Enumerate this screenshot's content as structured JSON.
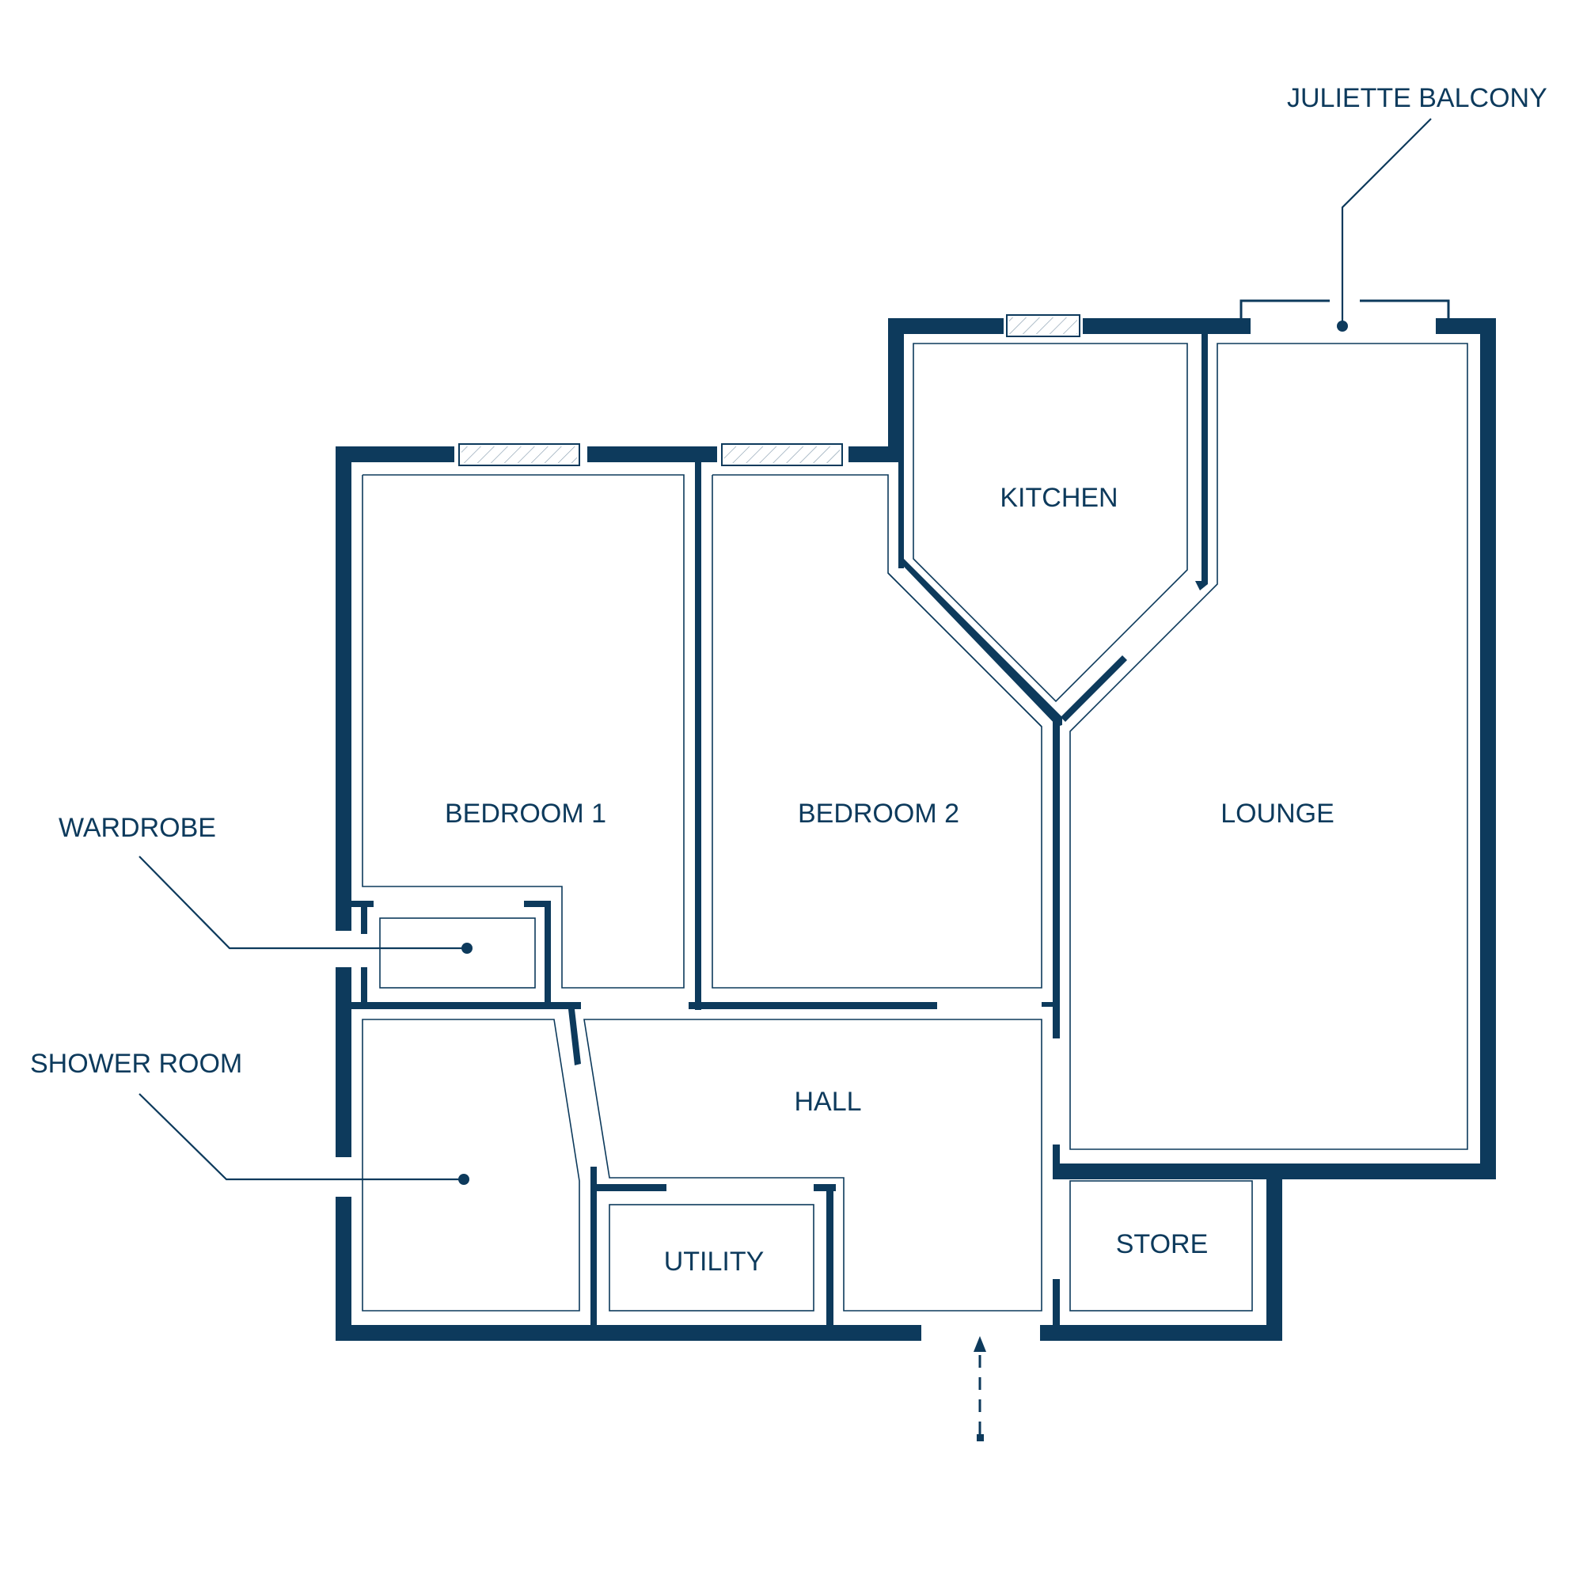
{
  "colors": {
    "wall": "#0d3a5c",
    "background": "#ffffff"
  },
  "rooms": {
    "kitchen": "KITCHEN",
    "bedroom1": "BEDROOM 1",
    "bedroom2": "BEDROOM 2",
    "lounge": "LOUNGE",
    "hall": "HALL",
    "utility": "UTILITY",
    "store": "STORE"
  },
  "callouts": {
    "juliette_balcony": "JULIETTE BALCONY",
    "wardrobe": "WARDROBE",
    "shower_room": "SHOWER ROOM"
  }
}
